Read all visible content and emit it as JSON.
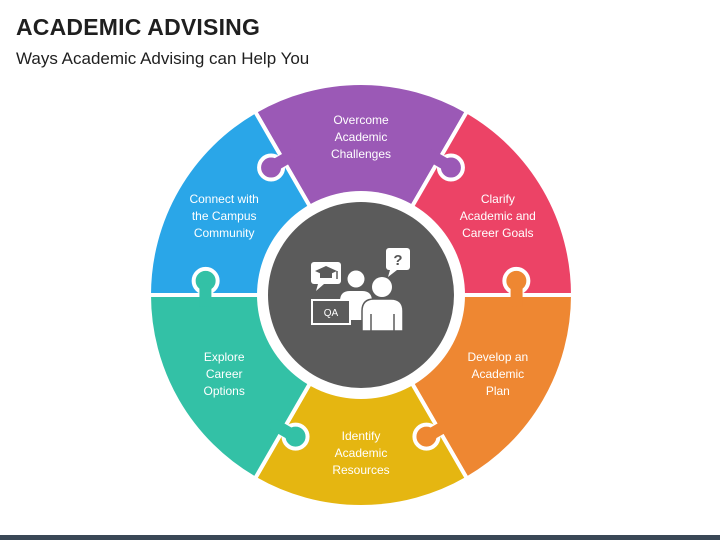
{
  "header": {
    "title": "ACADEMIC ADVISING",
    "subtitle": "Ways Academic Advising can Help You"
  },
  "center_icon": {
    "icon": "advisor-student-qa-icon",
    "board_text": "QA",
    "bubble_text": "?"
  },
  "segments": [
    {
      "lines": [
        "Overcome",
        "Academic",
        "Challenges"
      ],
      "color": "#9B59B6"
    },
    {
      "lines": [
        "Clarify",
        "Academic and",
        "Career Goals"
      ],
      "color": "#EC4366"
    },
    {
      "lines": [
        "Develop an",
        "Academic",
        "Plan"
      ],
      "color": "#EE8732"
    },
    {
      "lines": [
        "Identify",
        "Academic",
        "Resources"
      ],
      "color": "#E5B611"
    },
    {
      "lines": [
        "Explore",
        "Career",
        "Options"
      ],
      "color": "#33C1A6"
    },
    {
      "lines": [
        "Connect with",
        "the Campus",
        "Community"
      ],
      "color": "#2AA6E8"
    }
  ],
  "colors": {
    "center_fill": "#5b5b5b",
    "center_ring": "#ffffff",
    "title_text": "#1f1f1f",
    "bottom_bar": "#3a4856"
  }
}
